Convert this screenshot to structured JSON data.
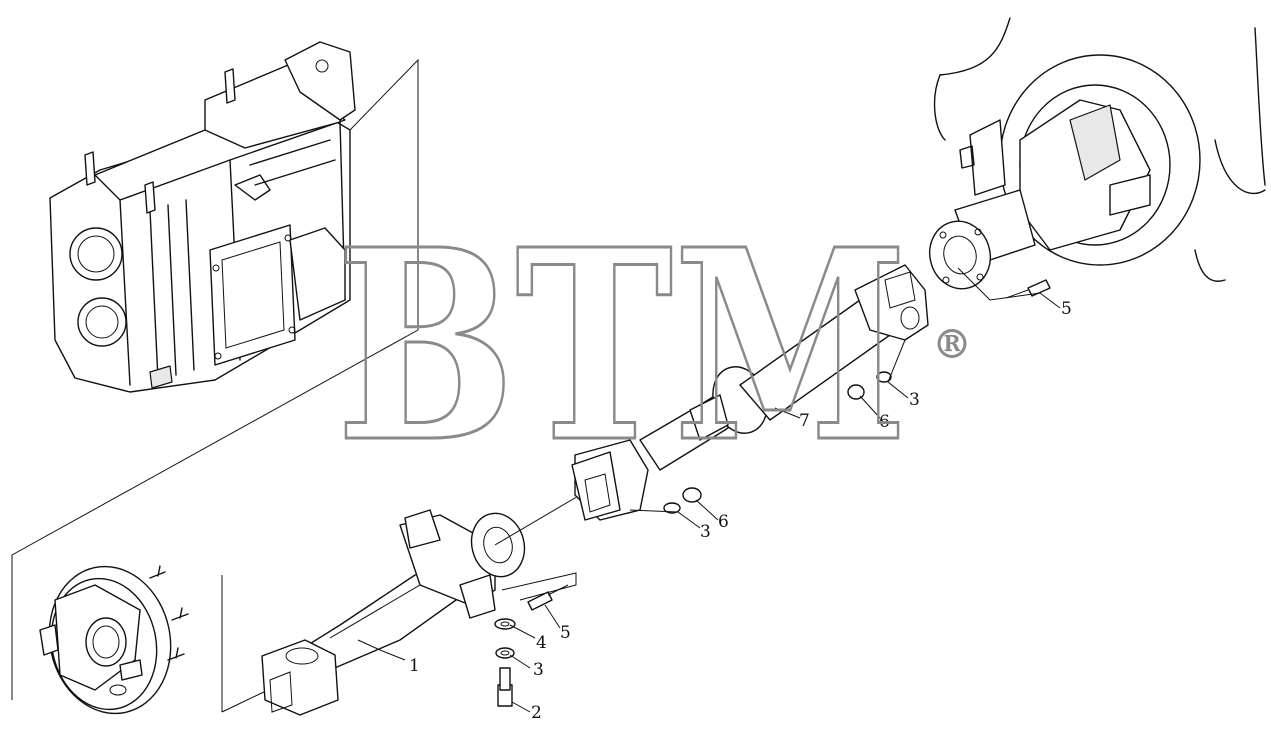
{
  "diagram": {
    "watermark": {
      "text": "BTM",
      "registered_mark": "®"
    },
    "callouts": [
      {
        "id": "c1",
        "label": "1"
      },
      {
        "id": "c2",
        "label": "2"
      },
      {
        "id": "c3a",
        "label": "3"
      },
      {
        "id": "c4",
        "label": "4"
      },
      {
        "id": "c5a",
        "label": "5"
      },
      {
        "id": "c3b",
        "label": "3"
      },
      {
        "id": "c6a",
        "label": "6"
      },
      {
        "id": "c7",
        "label": "7"
      },
      {
        "id": "c6b",
        "label": "6"
      },
      {
        "id": "c3c",
        "label": "3"
      },
      {
        "id": "c5b",
        "label": "5"
      }
    ]
  }
}
